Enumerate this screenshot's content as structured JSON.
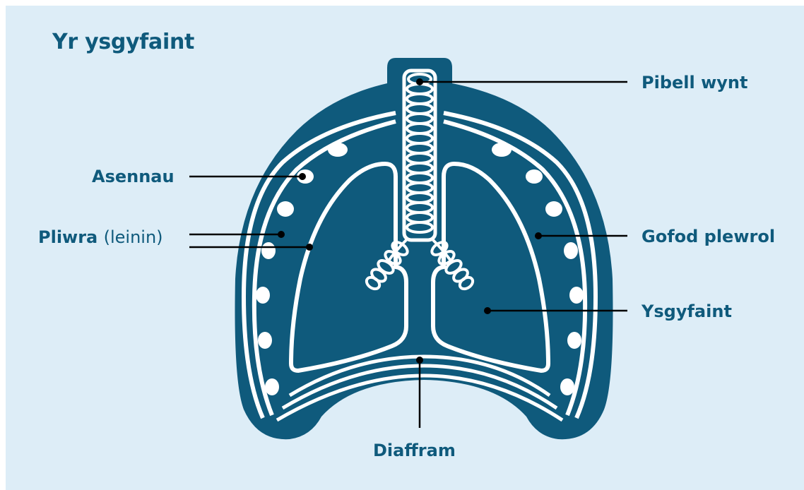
{
  "title": "Yr ysgyfaint",
  "labels": {
    "windpipe": "Pibell wynt",
    "ribs": "Asennau",
    "pleura_main": "Pliwra",
    "pleura_note": "(leinin)",
    "pleural_cavity": "Gofod plewrol",
    "lungs": "Ysgyfaint",
    "diaphragm": "Diaffram"
  },
  "colors": {
    "background": "#ddedf7",
    "body": "#0f5a7c",
    "outline": "#ffffff",
    "text": "#0f5a7c",
    "leader": "#000000"
  }
}
